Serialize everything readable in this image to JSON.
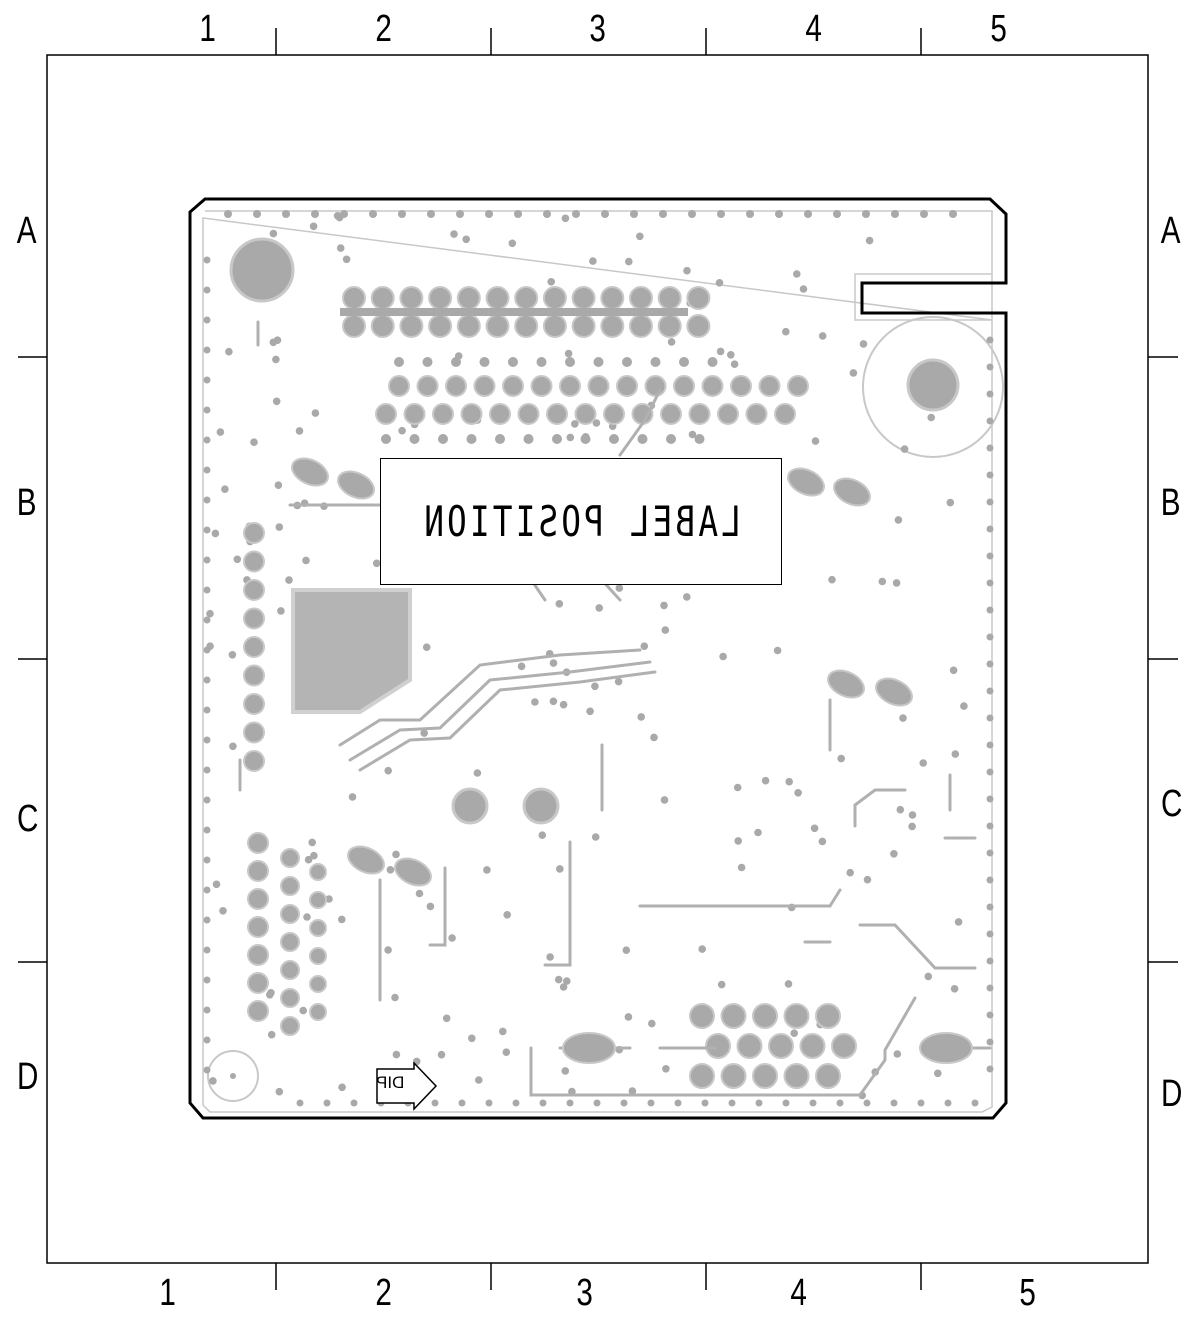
{
  "frame": {
    "columns_top": [
      "1",
      "2",
      "3",
      "4",
      "5"
    ],
    "columns_bottom": [
      "1",
      "2",
      "3",
      "4",
      "5"
    ],
    "rows_left": [
      "A",
      "B",
      "C",
      "D"
    ],
    "rows_right": [
      "A",
      "B",
      "C",
      "D"
    ]
  },
  "board": {
    "label_window_text": "LABEL POSITION",
    "dip_marker": "DIP"
  },
  "colors": {
    "outline": "#000000",
    "copper": "#a9a9a9",
    "trace_outline": "#bdbdbd",
    "background": "#ffffff"
  }
}
